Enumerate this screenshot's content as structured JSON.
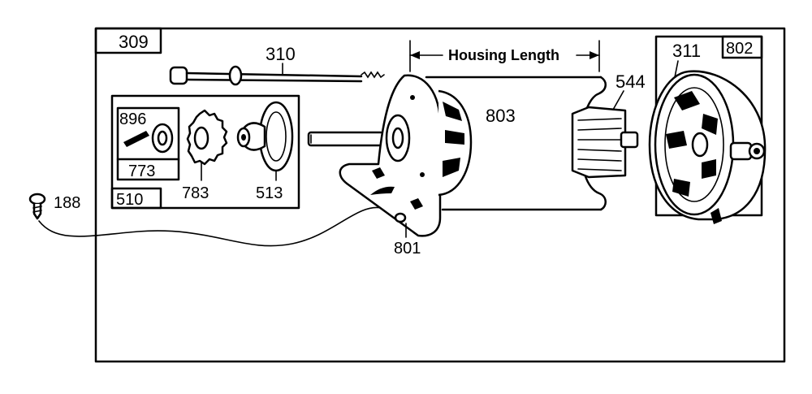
{
  "labels": {
    "main_box": "309",
    "bolt": "310",
    "housing_length": "Housing Length",
    "end_cap_box": "802",
    "brush_part": "311",
    "commutator": "544",
    "housing": "803",
    "drive_kit_box": "510",
    "spring_part": "896",
    "gear_kit_box": "773",
    "gear": "783",
    "pinion": "513",
    "screw": "188",
    "bracket": "801"
  }
}
